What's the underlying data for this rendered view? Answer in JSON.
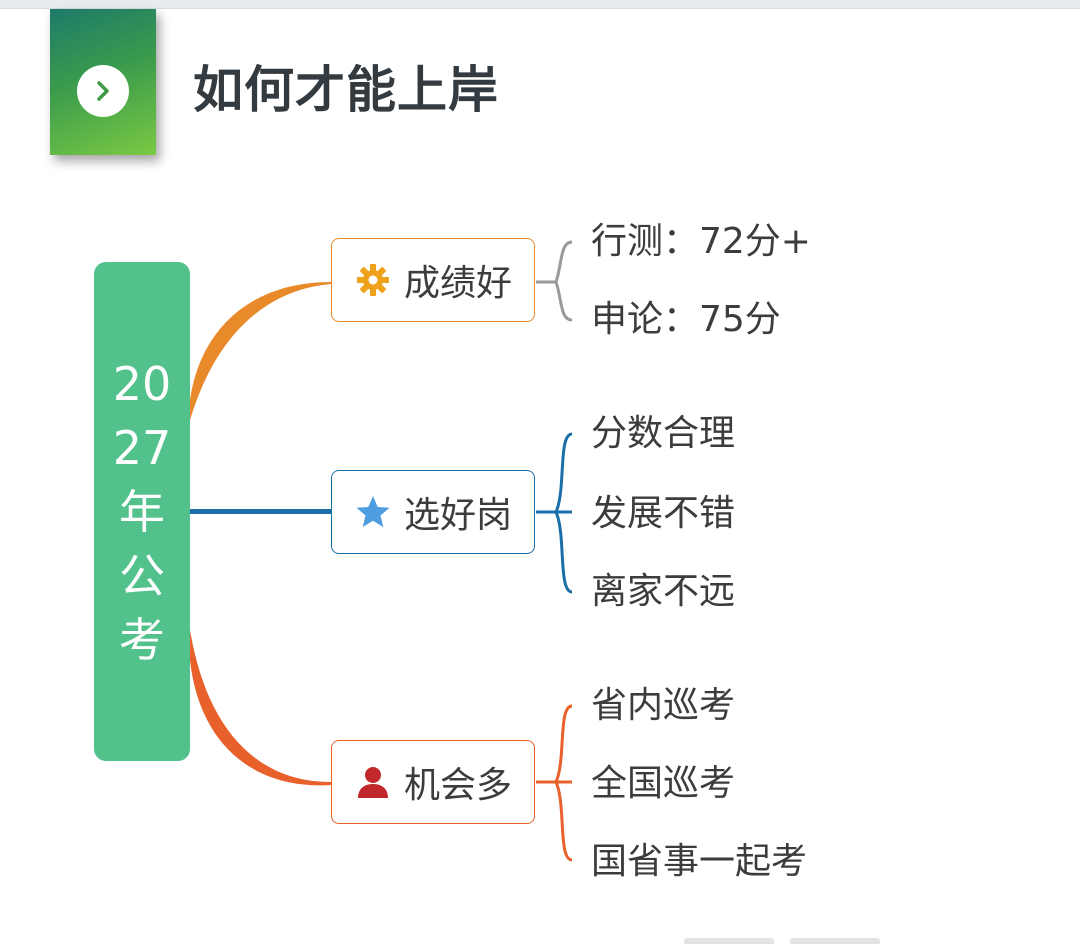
{
  "header": {
    "title": "如何才能上岸",
    "badge_icon": "chevron-right-icon"
  },
  "mindmap": {
    "root": {
      "label": "2027年公考",
      "color": "#52c18b"
    },
    "branches": [
      {
        "label": "成绩好",
        "icon": "gear-icon",
        "color": "#e8892a",
        "leaves": [
          "行测：72分+",
          "申论：75分"
        ]
      },
      {
        "label": "选好岗",
        "icon": "star-icon",
        "color": "#1a6fa8",
        "leaves": [
          "分数合理",
          "发展不错",
          "离家不远"
        ]
      },
      {
        "label": "机会多",
        "icon": "user-icon",
        "color": "#e8602a",
        "leaves": [
          "省内巡考",
          "全国巡考",
          "国省事一起考"
        ]
      }
    ]
  }
}
